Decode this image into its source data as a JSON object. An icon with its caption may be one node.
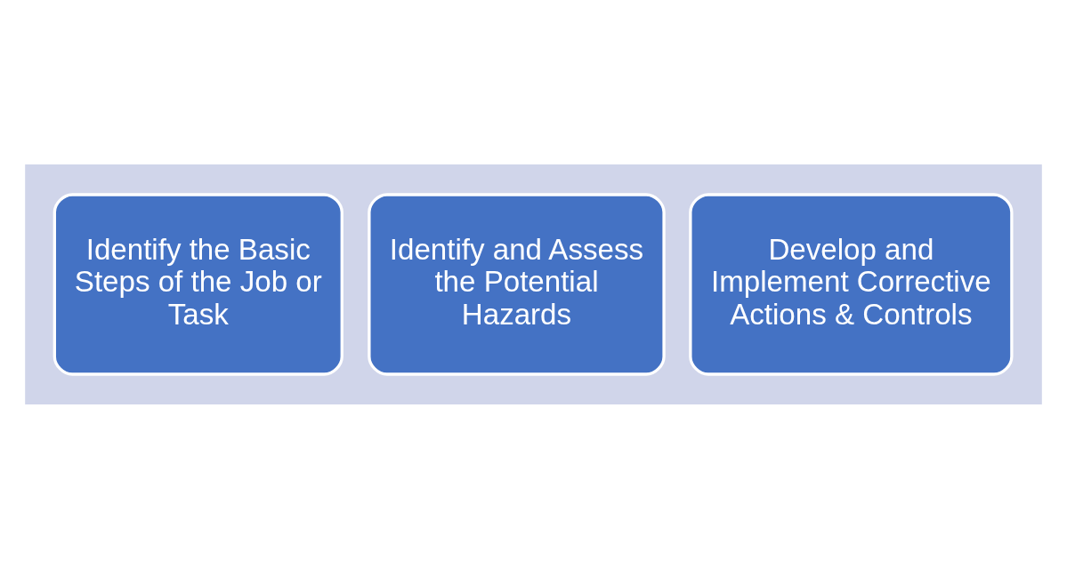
{
  "diagram": {
    "nodes": [
      {
        "text": [],
        "shape": "arrow"
      },
      {
        "text": [
          "Identify the Basic Steps of the Job or Task"
        ],
        "in": 0
      },
      {
        "text": [
          "Identify and Assess the Potential Hazards"
        ],
        "in": 0
      },
      {
        "text": [
          "Develop and Implement Corrective Actions & Controls"
        ],
        "in": 0
      }
    ],
    "edges": []
  }
}
